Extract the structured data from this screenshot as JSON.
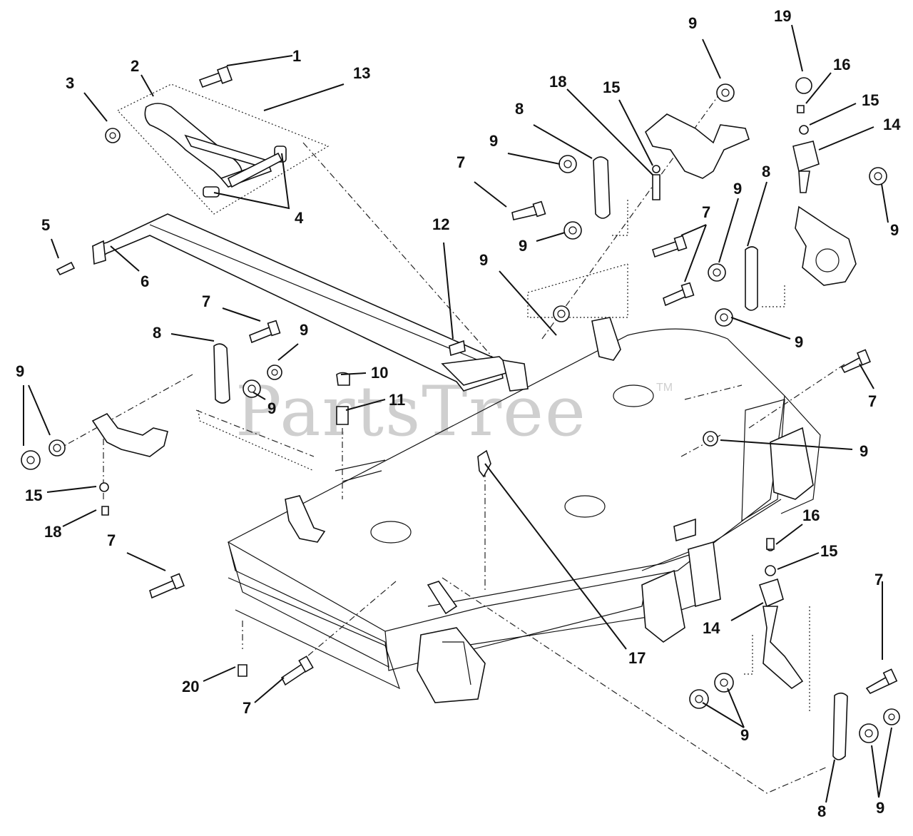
{
  "watermark": {
    "text": "PartsTree",
    "mark": "TM"
  },
  "callouts": [
    "1",
    "2",
    "3",
    "4",
    "5",
    "6",
    "7",
    "8",
    "9",
    "10",
    "11",
    "12",
    "13",
    "14",
    "15",
    "16",
    "17",
    "18",
    "19",
    "20"
  ]
}
